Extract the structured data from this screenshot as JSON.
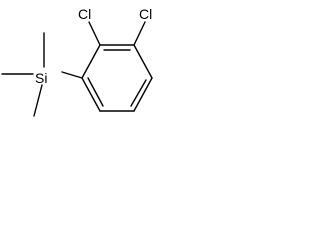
{
  "structure": {
    "atoms": {
      "chlorine_1": "Cl",
      "chlorine_2": "Cl",
      "silicon": "Si"
    },
    "colors": {
      "bond": "#000000",
      "label": "#000000"
    }
  }
}
